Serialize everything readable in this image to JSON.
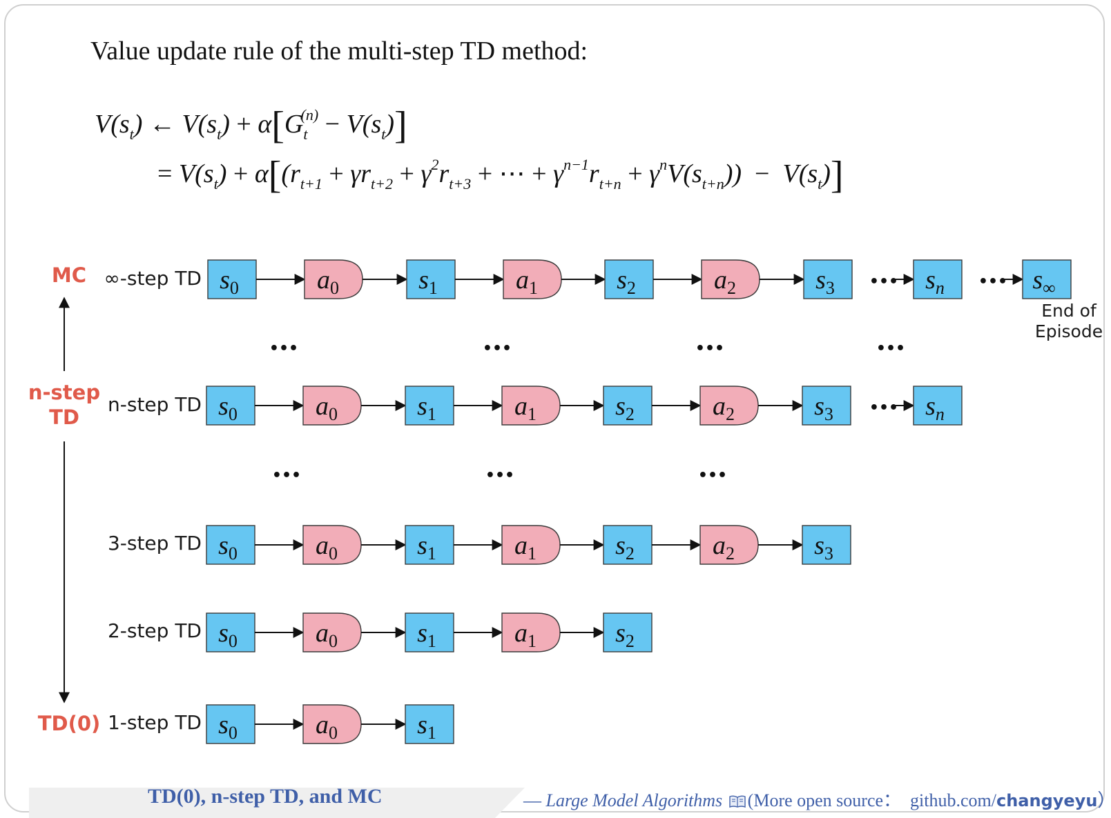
{
  "heading": "Value update rule of the multi-step TD method:",
  "row_labels": {
    "inf": "∞-step TD",
    "n": "n-step TD",
    "three": "3-step TD",
    "two": "2-step TD",
    "one": "1-step TD"
  },
  "side_labels": {
    "mc": "MC",
    "nstep_line1": "n-step",
    "nstep_line2": "TD",
    "td0": "TD(0)"
  },
  "end_of_episode": {
    "line1": "End of",
    "line2": "Episode"
  },
  "nodes": {
    "s": "s",
    "a": "a",
    "idx0": "0",
    "idx1": "1",
    "idx2": "2",
    "idx3": "3",
    "idxn": "n",
    "idxinf": "∞"
  },
  "ellipsis": "•••",
  "footer": {
    "title": "TD(0), n-step TD, and MC",
    "dash": "— ",
    "book": "Large Model Algorithms",
    "more": "(More open source：",
    "site": "github.com/",
    "user": "changyeyu",
    "close": "）"
  },
  "colors": {
    "state_fill": "#66c6f2",
    "action_fill": "#f2adb8",
    "side_label": "#e05a4a",
    "footer_text": "#3f5fa8"
  },
  "icons": [
    "book-icon",
    "up-arrow-icon",
    "down-arrow-icon"
  ]
}
